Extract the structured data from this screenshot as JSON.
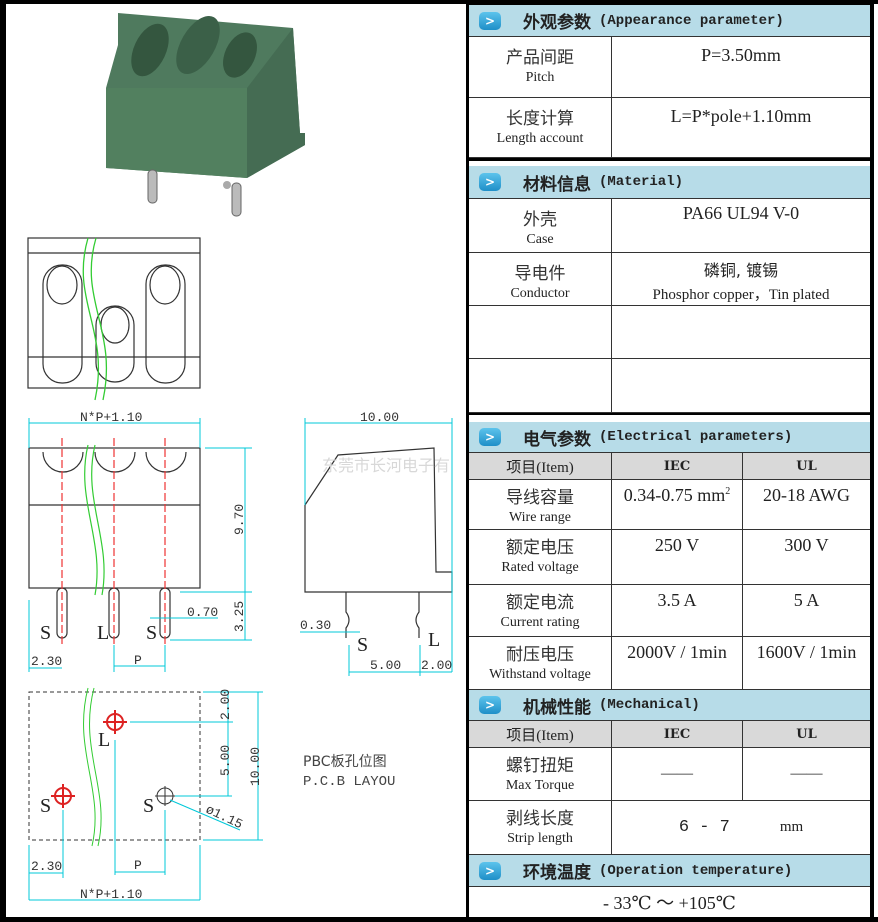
{
  "watermark": "东莞市长河电子有",
  "drawings": {
    "front_dims": {
      "width": "N*P+1.10",
      "height": "9.70",
      "pin": "3.25",
      "pin_w": "0.70",
      "offset": "2.30",
      "pitch": "P",
      "pins": [
        "S",
        "L",
        "S"
      ]
    },
    "side_dims": {
      "depth": "10.00",
      "pin_w": "0.30",
      "spacing": "5.00",
      "edge": "2.00",
      "pins": [
        "S",
        "L"
      ]
    },
    "pcb_dims": {
      "d1": "2.00",
      "d2": "5.00",
      "total": "10.00",
      "hole": "ø1.15",
      "offset": "2.30",
      "pitch": "P",
      "width": "N*P+1.10",
      "holes": [
        "L",
        "S",
        "S"
      ]
    },
    "pcb_title_cn": "PBC板孔位图",
    "pcb_title_en": "P.C.B LAYOU"
  },
  "colors": {
    "header": "#b7dce8",
    "gray": "#d9d9d9",
    "body": "#4f7a5e",
    "dim": "#00c8d8"
  },
  "appearance": {
    "title_cn": "外观参数",
    "title_en": "(Appearance parameter)",
    "rows": [
      {
        "cn": "产品间距",
        "en": "Pitch",
        "value": "P=3.50mm"
      },
      {
        "cn": "长度计算",
        "en": "Length account",
        "value": "L=P*pole+1.10mm"
      }
    ]
  },
  "material": {
    "title_cn": "材料信息",
    "title_en": "(Material)",
    "rows": [
      {
        "cn": "外壳",
        "en": "Case",
        "value": "PA66 UL94 V-0",
        "value2": ""
      },
      {
        "cn": "导电件",
        "en": "Conductor",
        "value": "磷铜, 镀锡",
        "value2": "Phosphor copper，Tin plated"
      }
    ]
  },
  "electrical": {
    "title_cn": "电气参数",
    "title_en": "(Electrical parameters)",
    "col_item": "项目(Item)",
    "col_iec": "IEC",
    "col_ul": "UL",
    "rows": [
      {
        "cn": "导线容量",
        "en": "Wire range",
        "iec": "0.34-0.75 mm",
        "iec_sup": "2",
        "ul": "20-18  AWG"
      },
      {
        "cn": "额定电压",
        "en": "Rated voltage",
        "iec": "250 V",
        "ul": "300 V"
      },
      {
        "cn": "额定电流",
        "en": "Current rating",
        "iec": "3.5  A",
        "ul": "5  A"
      },
      {
        "cn": "耐压电压",
        "en": "Withstand voltage",
        "iec": "2000V / 1min",
        "ul": "1600V / 1min"
      }
    ]
  },
  "mechanical": {
    "title_cn": "机械性能",
    "title_en": "(Mechanical)",
    "col_item": "项目(Item)",
    "col_iec": "IEC",
    "col_ul": "UL",
    "rows": [
      {
        "cn": "螺钉扭矩",
        "en": "Max Torque",
        "iec": "——",
        "ul": "——"
      },
      {
        "cn": "剥线长度",
        "en": "Strip length",
        "value": "6 - 7",
        "unit": "mm"
      }
    ]
  },
  "temperature": {
    "title_cn": "环境温度",
    "title_en": "(Operation temperature)",
    "value": "- 33℃ ～ +105℃"
  }
}
